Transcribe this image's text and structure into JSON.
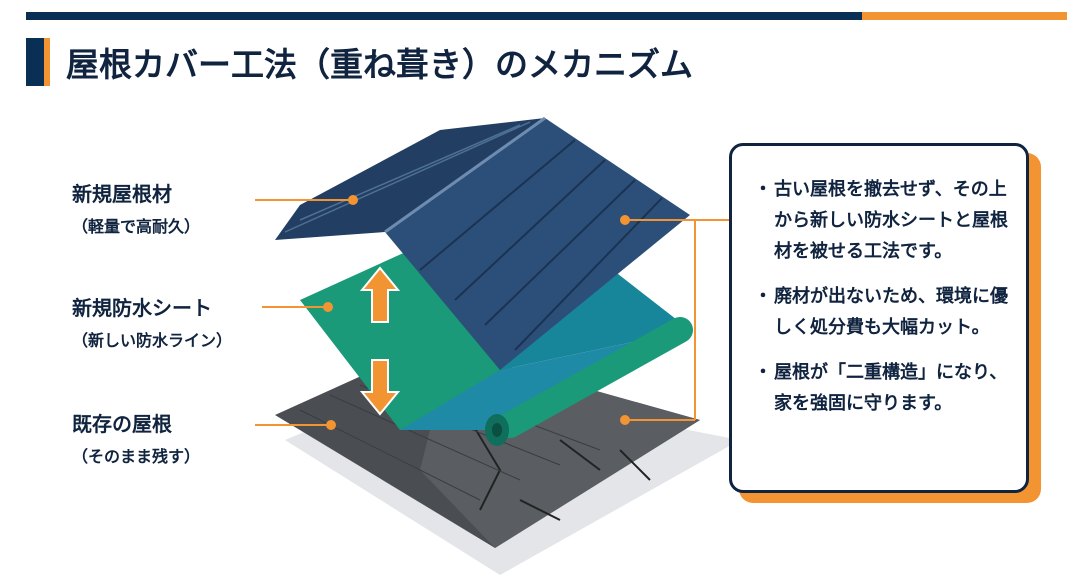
{
  "title": "屋根カバー工法（重ね葺き）のメカニズム",
  "labels": [
    {
      "main": "新規屋根材",
      "sub": "（軽量で高耐久）"
    },
    {
      "main": "新規防水シート",
      "sub": "（新しい防水ライン）"
    },
    {
      "main": "既存の屋根",
      "sub": "（そのまま残す）"
    }
  ],
  "bullets": [
    {
      "symbol": "・",
      "text": "古い屋根を撤去せず、その上から新しい防水シートと屋根材を被せる工法です。"
    },
    {
      "symbol": "・",
      "text": "廃材が出ないため、環境に優しく処分費も大幅カット。"
    },
    {
      "symbol": "・",
      "text": "屋根が「二重構造」になり、家を強固に守ります。"
    }
  ],
  "colors": {
    "navy": "#0a2f55",
    "orange": "#f39433",
    "green": "#1a9a78",
    "metal": "#284a72",
    "shingle": "#4a4d52"
  }
}
